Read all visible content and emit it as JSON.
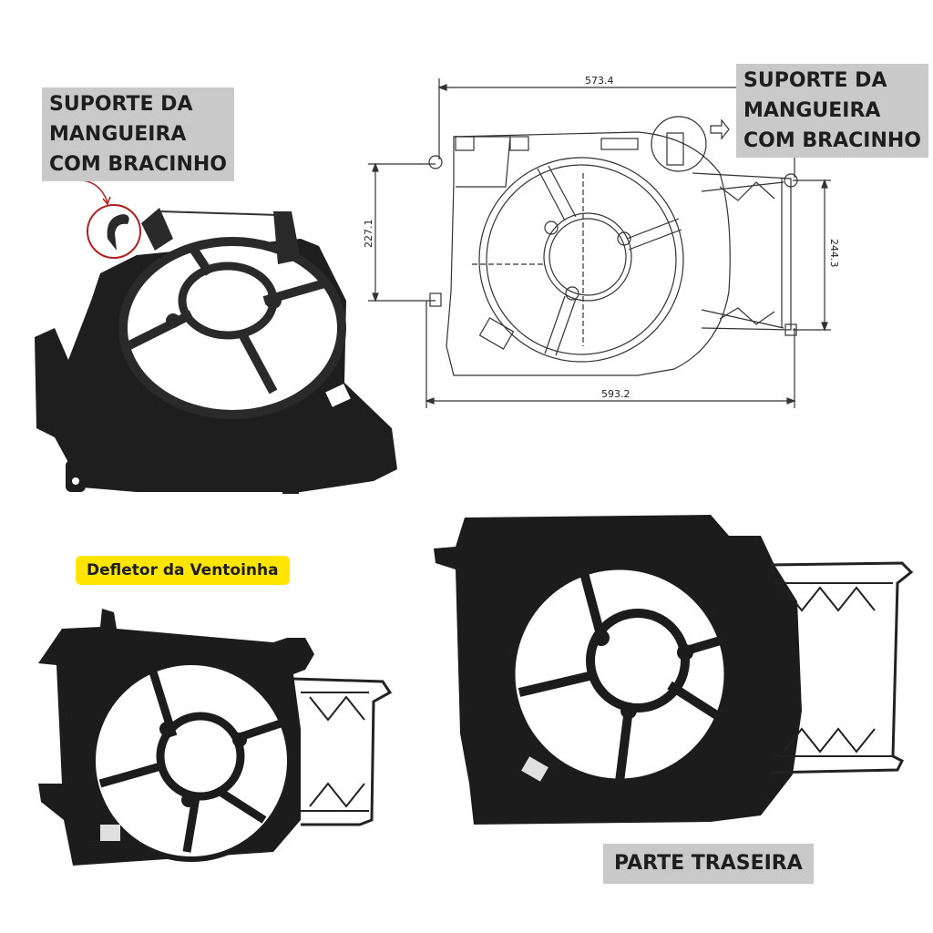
{
  "labels": {
    "hose_left": [
      "SUPORTE DA",
      "MANGUEIRA",
      "COM BRACINHO"
    ],
    "hose_right": [
      "SUPORTE DA",
      "MANGUEIRA",
      "COM BRACINHO"
    ],
    "deflector": "Defletor da Ventoinha",
    "rear": "PARTE TRASEIRA"
  },
  "drawing": {
    "dim_top": "573.4",
    "dim_bottom": "593.2",
    "dim_left": "227.1",
    "dim_right": "244.3"
  },
  "colors": {
    "label_gray": "#c9c9c9",
    "label_yellow": "#ffe500",
    "part_black": "#1c1c1c",
    "highlight_red": "#b02020"
  }
}
